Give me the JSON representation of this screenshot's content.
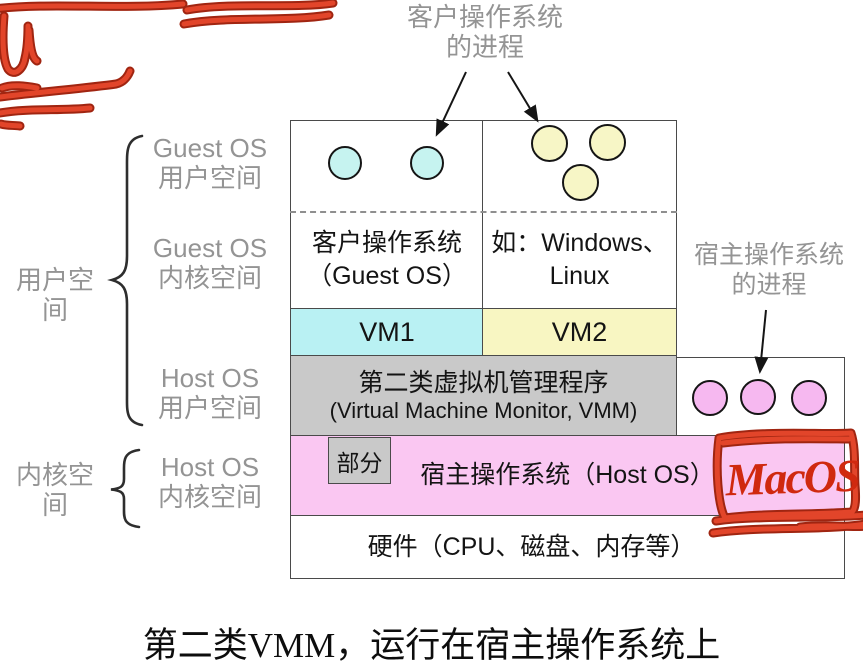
{
  "colors": {
    "cyan_bar": "#b9f1f3",
    "yellow_bar": "#f8f6c2",
    "gray_bar": "#c9c9c9",
    "pink_bar": "#fac7f2",
    "cyan_circle": "#c6f3f0",
    "yellow_circle": "#f7f6c6",
    "pink_circle": "#f6b8f0",
    "label_gray": "#949494",
    "annotation_red": "#d7341e",
    "box_border": "#4a4a4a"
  },
  "top_label": {
    "line1": "客户操作系统",
    "line2": "的进程"
  },
  "right_label": {
    "line1": "宿主操作系统",
    "line2": "的进程"
  },
  "left_labels": {
    "guest_user_line1": "Guest OS",
    "guest_user_line2": "用户空间",
    "guest_kernel_line1": "Guest OS",
    "guest_kernel_line2": "内核空间",
    "user_space": "用户空间",
    "host_user_line1": "Host OS",
    "host_user_line2": "用户空间",
    "kernel_space": "内核空间",
    "host_kernel_line1": "Host OS",
    "host_kernel_line2": "内核空间"
  },
  "diagram": {
    "guest_cell_line1": "客户操作系统",
    "guest_cell_line2": "（Guest OS）",
    "examples_line1": "如：Windows、",
    "examples_line2": "Linux",
    "vm1": "VM1",
    "vm2": "VM2",
    "vmm_line1": "第二类虚拟机管理程序",
    "vmm_line2": "(Virtual Machine Monitor, VMM)",
    "partial": "部分",
    "host_os": "宿主操作系统（Host OS）",
    "hardware": "硬件（CPU、磁盘、内存等）"
  },
  "annotation": {
    "macos": "MacOS"
  },
  "caption": "第二类VMM，运行在宿主操作系统上"
}
